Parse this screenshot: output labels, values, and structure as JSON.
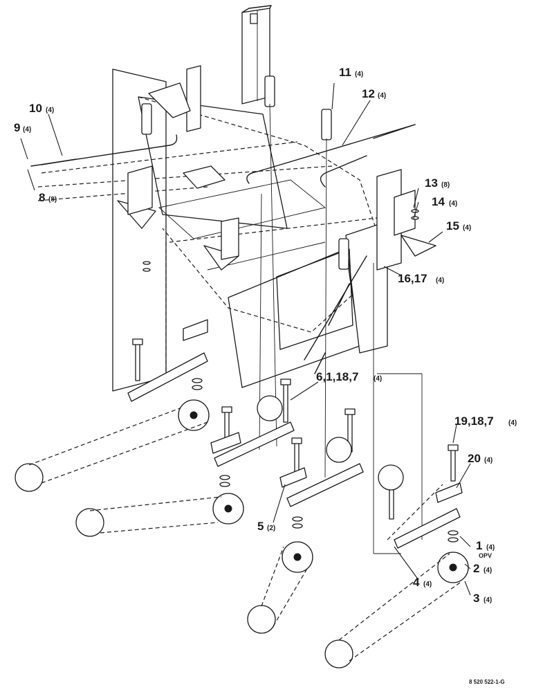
{
  "figure_id": "8 520 522-1-G",
  "callouts": [
    {
      "num": "11",
      "qty": "(4)"
    },
    {
      "num": "12",
      "qty": "(4)"
    },
    {
      "num": "10",
      "qty": "(4)"
    },
    {
      "num": "9",
      "qty": "(4)"
    },
    {
      "num": "8",
      "qty": "(8)"
    },
    {
      "num": "13",
      "qty": "(8)"
    },
    {
      "num": "14",
      "qty": "(4)"
    },
    {
      "num": "15",
      "qty": "(4)"
    },
    {
      "num": "16,17",
      "qty": "(4)"
    },
    {
      "num": "6,1,18,7",
      "qty": "(4)"
    },
    {
      "num": "19,18,7",
      "qty": "(4)"
    },
    {
      "num": "20",
      "qty": "(4)"
    },
    {
      "num": "5",
      "qty": "(2)"
    },
    {
      "num": "1",
      "qty": "(4)",
      "sub": "OPV"
    },
    {
      "num": "2",
      "qty": "(4)"
    },
    {
      "num": "4",
      "qty": "(4)"
    },
    {
      "num": "3",
      "qty": "(4)"
    }
  ]
}
